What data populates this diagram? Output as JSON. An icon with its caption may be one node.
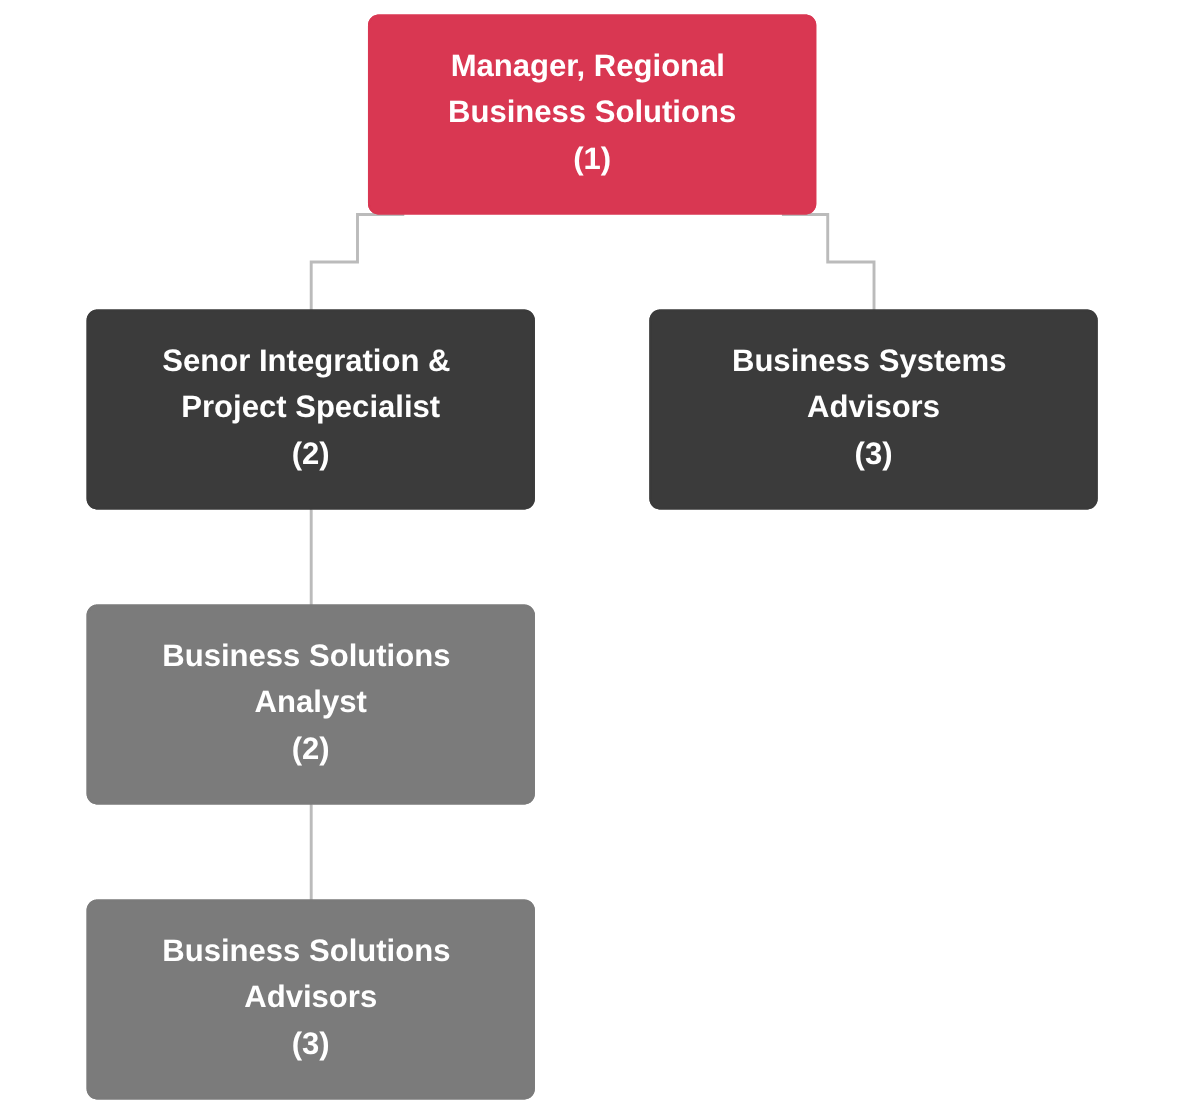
{
  "diagram": {
    "nodes": [
      {
        "text": [
          "Manager, Regional Business Solutions",
          "(1)"
        ]
      },
      {
        "text": [
          "Senor Integration & Project Specialist",
          "(2)"
        ]
      },
      {
        "text": [
          "Business Systems Advisors",
          "(3)"
        ]
      },
      {
        "text": [
          "Business Solutions Analyst",
          "(2)"
        ]
      },
      {
        "text": [
          "Business Solutions Advisors",
          "(3)"
        ]
      }
    ],
    "edges": [
      {
        "from": 0,
        "to": 1,
        "arrow": "none"
      },
      {
        "from": 0,
        "to": 2,
        "arrow": "none"
      },
      {
        "from": 1,
        "to": 3,
        "arrow": "none"
      },
      {
        "from": 3,
        "to": 4,
        "arrow": "none"
      }
    ]
  }
}
